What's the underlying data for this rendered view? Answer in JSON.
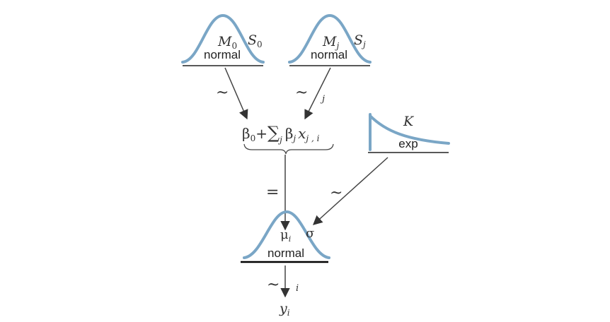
{
  "prior_intercept": {
    "family": "normal",
    "param1": "M",
    "param1_sub": "0",
    "param2": "S",
    "param2_sub": "0"
  },
  "prior_coefficients": {
    "family": "normal",
    "param1": "M",
    "param1_sub": "j",
    "param2": "S",
    "param2_sub": "j"
  },
  "prior_sigma": {
    "family": "exp",
    "param": "K"
  },
  "linear_predictor": {
    "beta0": "β",
    "beta0_sub": "0",
    "plus": "+",
    "sum": "∑",
    "sum_sub": "j",
    "betaj": "β",
    "betaj_sub": "j",
    "x": "x",
    "x_sub": "j , i"
  },
  "likelihood": {
    "family": "normal",
    "param1": "μ",
    "param1_sub": "i",
    "param2": "σ"
  },
  "edges": {
    "intercept_tilde": "~",
    "coef_tilde": "~",
    "coef_index": "j",
    "equals": "=",
    "sigma_tilde": "~",
    "data_tilde": "~",
    "data_index": "i"
  },
  "data": {
    "y": "y",
    "y_sub": "i"
  }
}
